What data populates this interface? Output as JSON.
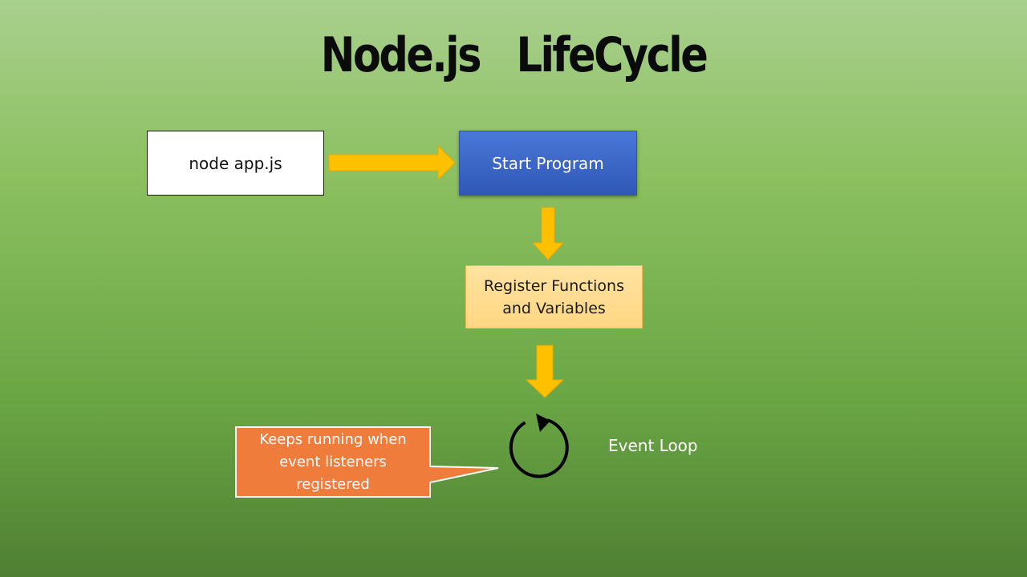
{
  "title": "Node.js   LifeCycle",
  "nodes": {
    "command": "node app.js",
    "start": "Start Program",
    "register": "Register Functions and Variables",
    "event_loop": "Event Loop"
  },
  "callout": {
    "text": "Keeps running when event listeners registered"
  },
  "colors": {
    "arrow": "#ffc000",
    "start_box": "#3a64c4",
    "register_box": "#ffd683",
    "callout": "#f07c3c",
    "icon": "#000000"
  },
  "icons": {
    "event_loop": "refresh-circle-icon"
  }
}
